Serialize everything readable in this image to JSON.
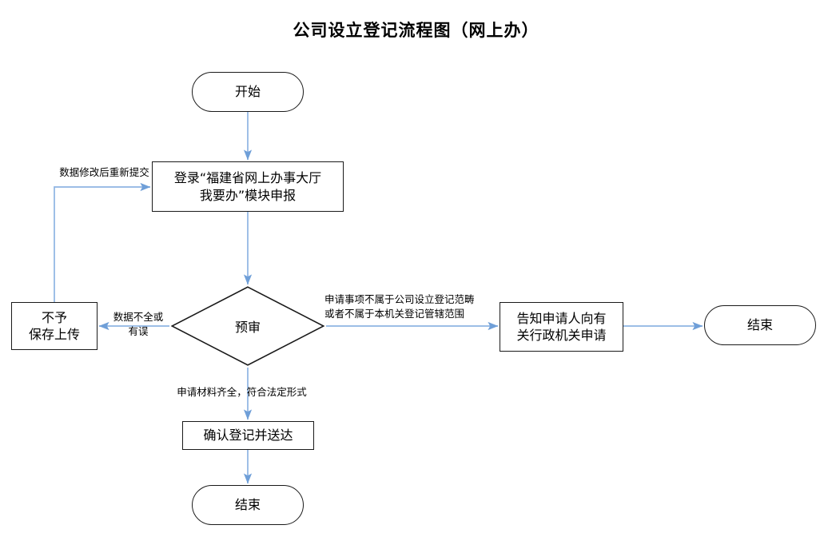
{
  "title": "公司设立登记流程图（网上办）",
  "theme": {
    "connector_color": "#8eb4e3",
    "node_border_color": "#1a1a1a",
    "background": "#ffffff",
    "text_color": "#000000"
  },
  "nodes": {
    "start": {
      "label": "开始",
      "shape": "terminator"
    },
    "login": {
      "label": "登录“福建省网上办事大厅\n我要办”模块申报",
      "shape": "process"
    },
    "decision": {
      "label": "预审",
      "shape": "decision"
    },
    "reject": {
      "label": "不予\n保存上传",
      "shape": "process"
    },
    "notify": {
      "label": "告知申请人向有\n关行政机关申请",
      "shape": "process"
    },
    "end_right": {
      "label": "结束",
      "shape": "terminator"
    },
    "confirm": {
      "label": "确认登记并送达",
      "shape": "process"
    },
    "end_bottom": {
      "label": "结束",
      "shape": "terminator"
    }
  },
  "edge_labels": {
    "resubmit": "数据修改后重新提交",
    "incomplete": "数据不全或\n有误",
    "out_of_scope": "申请事项不属于公司设立登记范畴\n或者不属于本机关登记管辖范围",
    "qualified": "申请材料齐全，符合法定形式"
  }
}
